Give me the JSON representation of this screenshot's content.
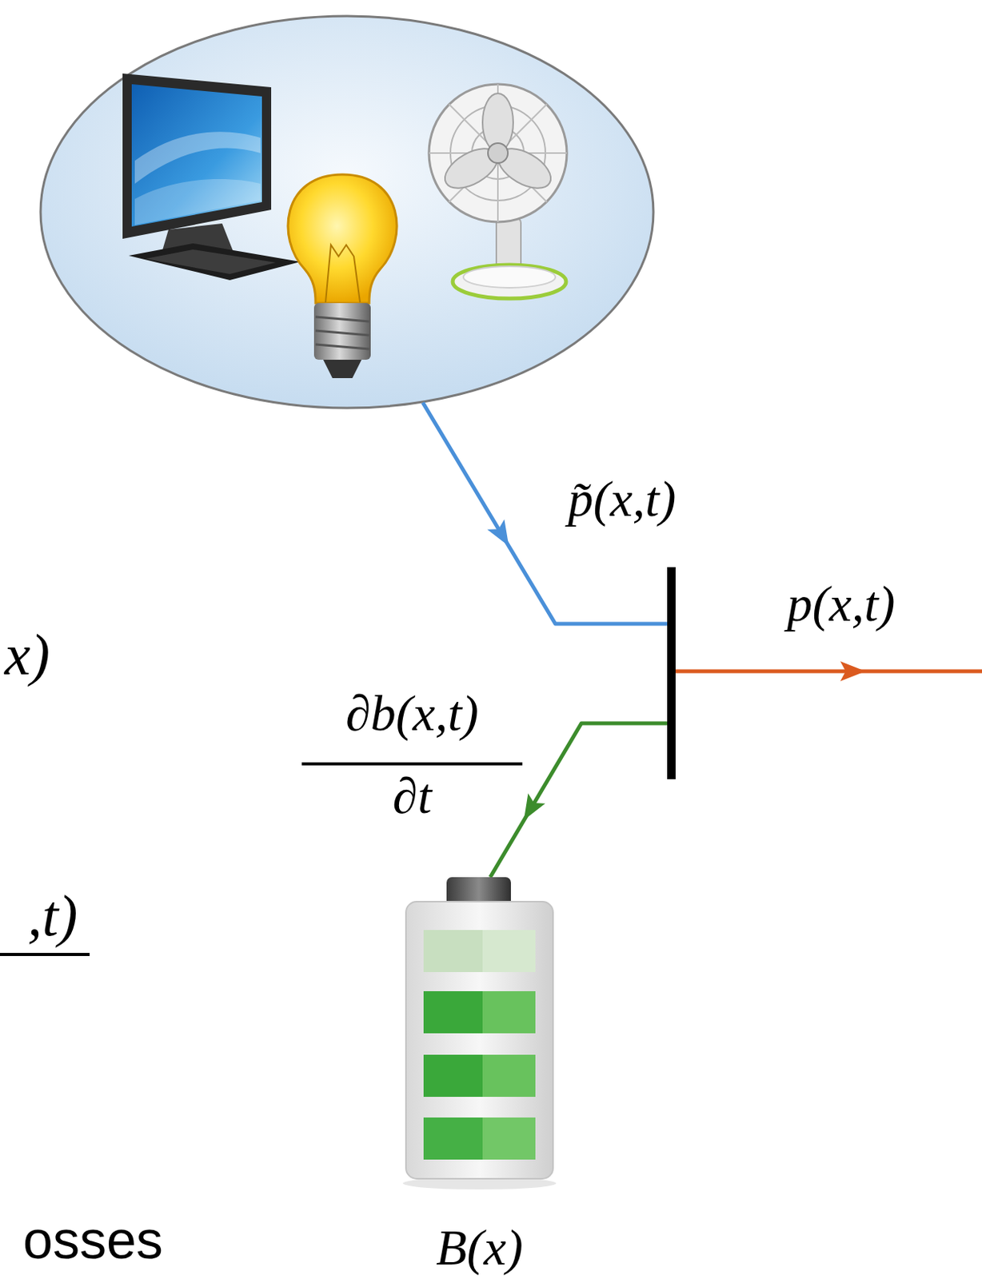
{
  "diagram": {
    "nodes": [
      {
        "text": [
          "B(x)"
        ]
      }
    ],
    "labels": [
      "p̃(x,t)",
      "p(x,t)",
      "∂b(x,t)",
      "∂t",
      "x)",
      ",t)",
      "osses"
    ]
  }
}
